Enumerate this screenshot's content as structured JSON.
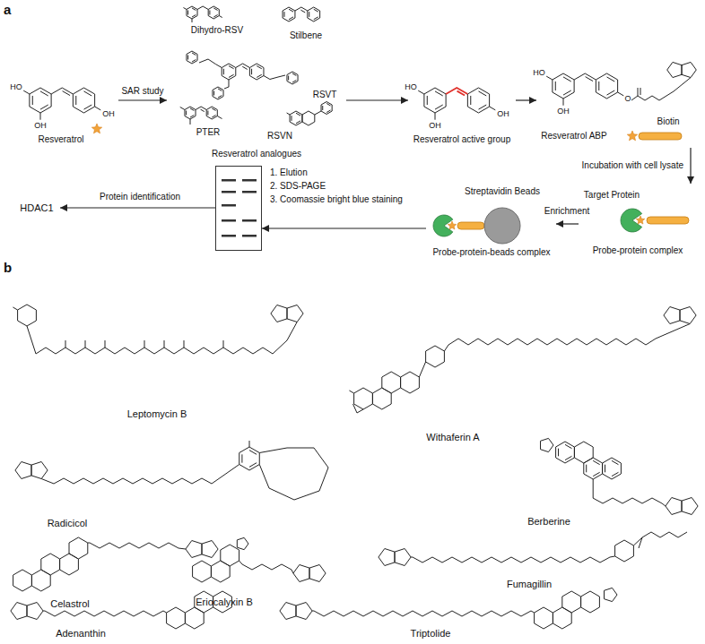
{
  "diagram": {
    "nodes": [
      {
        "text": [
          "Resveratrol"
        ]
      },
      {
        "text": [
          "Resveratrol analogues"
        ]
      },
      {
        "text": [
          "Dihydro-RSV"
        ],
        "in": 1
      },
      {
        "text": [
          "Stilbene"
        ],
        "in": 1
      },
      {
        "text": [
          "RSVT"
        ],
        "in": 1
      },
      {
        "text": [
          "PTER"
        ],
        "in": 1
      },
      {
        "text": [
          "RSVN"
        ],
        "in": 1
      },
      {
        "text": [
          "Resveratrol active group"
        ]
      },
      {
        "text": [
          "Resveratrol ABP"
        ]
      },
      {
        "text": [
          "Target Protein",
          "Probe-protein complex"
        ]
      },
      {
        "text": [
          "Streptavidin Beads",
          "Probe-protein-beads complex"
        ]
      },
      {
        "text": [
          "1. Elution",
          "2. SDS-PAGE",
          "3. Coomassie bright blue staining"
        ]
      },
      {
        "text": [
          "HDAC1"
        ]
      }
    ],
    "edges": [
      {
        "from": 0,
        "to": 1,
        "arrow": "to",
        "label": "SAR study"
      },
      {
        "from": 1,
        "to": 7,
        "arrow": "to"
      },
      {
        "from": 7,
        "to": 8,
        "arrow": "to"
      },
      {
        "from": 8,
        "to": 9,
        "arrow": "to",
        "label": "Incubation with cell lysate"
      },
      {
        "from": 9,
        "to": 10,
        "arrow": "to",
        "label": "Enrichment"
      },
      {
        "from": 10,
        "to": 11,
        "arrow": "to"
      },
      {
        "from": 11,
        "to": 12,
        "arrow": "to",
        "label": "Protein identification"
      }
    ],
    "labels": [
      "a",
      "b",
      "HO",
      "OH",
      "OH",
      "HO",
      "OH",
      "OH",
      "HO",
      "OH",
      "O",
      "Biotin",
      "Leptomycin B",
      "Withaferin A",
      "Radicicol",
      "Berberine",
      "Celastrol",
      "Eriocalyxin B",
      "Fumagillin",
      "Adenanthin",
      "Triptolide"
    ]
  }
}
